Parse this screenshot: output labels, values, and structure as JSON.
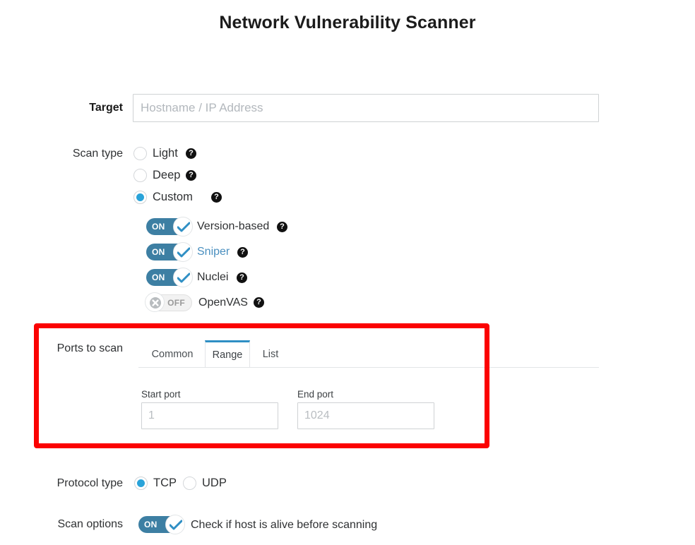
{
  "page": {
    "title": "Network Vulnerability Scanner"
  },
  "colors": {
    "accent_blue": "#29a3d9",
    "toggle_on": "#3d7fa3",
    "tab_active_border": "#2f8fc4",
    "link_blue": "#4a8fbf",
    "highlight_red": "#fb0202",
    "placeholder_gray": "#b3b8bd"
  },
  "target": {
    "label": "Target",
    "placeholder": "Hostname / IP Address",
    "value": ""
  },
  "scan_type": {
    "label": "Scan type",
    "options": [
      {
        "label": "Light",
        "checked": false,
        "help": "help-icon"
      },
      {
        "label": "Deep",
        "checked": false,
        "help": "help-icon"
      },
      {
        "label": "Custom",
        "checked": true,
        "help": "help-icon"
      }
    ],
    "custom_toggles": [
      {
        "label": "Version-based",
        "state": "ON",
        "on": true,
        "is_link": false
      },
      {
        "label": "Sniper",
        "state": "ON",
        "on": true,
        "is_link": true
      },
      {
        "label": "Nuclei",
        "state": "ON",
        "on": true,
        "is_link": false
      },
      {
        "label": "OpenVAS",
        "state": "OFF",
        "on": false,
        "is_link": false
      }
    ]
  },
  "ports_to_scan": {
    "label": "Ports to scan",
    "tabs": [
      {
        "label": "Common",
        "active": false
      },
      {
        "label": "Range",
        "active": true
      },
      {
        "label": "List",
        "active": false
      }
    ],
    "start_port": {
      "caption": "Start port",
      "placeholder": "1",
      "value": ""
    },
    "end_port": {
      "caption": "End port",
      "placeholder": "1024",
      "value": ""
    }
  },
  "protocol_type": {
    "label": "Protocol type",
    "options": [
      {
        "label": "TCP",
        "checked": true
      },
      {
        "label": "UDP",
        "checked": false
      }
    ]
  },
  "scan_options": {
    "label": "Scan options",
    "toggle": {
      "state": "ON",
      "on": true,
      "label": "Check if host is alive before scanning"
    }
  }
}
